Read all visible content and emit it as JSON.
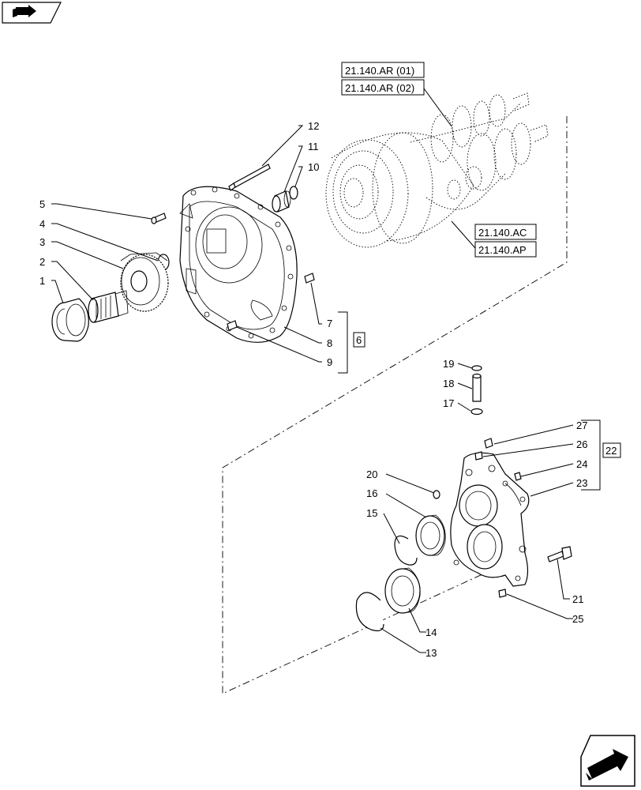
{
  "references": {
    "ar01": "21.140.AR (01)",
    "ar02": "21.140.AR (02)",
    "ac": "21.140.AC",
    "ap": "21.140.AP"
  },
  "group_labels": {
    "g6": "6",
    "g22": "22"
  },
  "callouts": {
    "c1": "1",
    "c2": "2",
    "c3": "3",
    "c4": "4",
    "c5": "5",
    "c7": "7",
    "c8": "8",
    "c9": "9",
    "c10": "10",
    "c11": "11",
    "c12": "12",
    "c13": "13",
    "c14": "14",
    "c15": "15",
    "c16": "16",
    "c17": "17",
    "c18": "18",
    "c19": "19",
    "c20": "20",
    "c21": "21",
    "c23": "23",
    "c24": "24",
    "c25": "25",
    "c26": "26",
    "c27": "27"
  },
  "icons": {
    "top_left": "book-arrow-icon",
    "bottom_right": "next-page-arrow-icon"
  }
}
